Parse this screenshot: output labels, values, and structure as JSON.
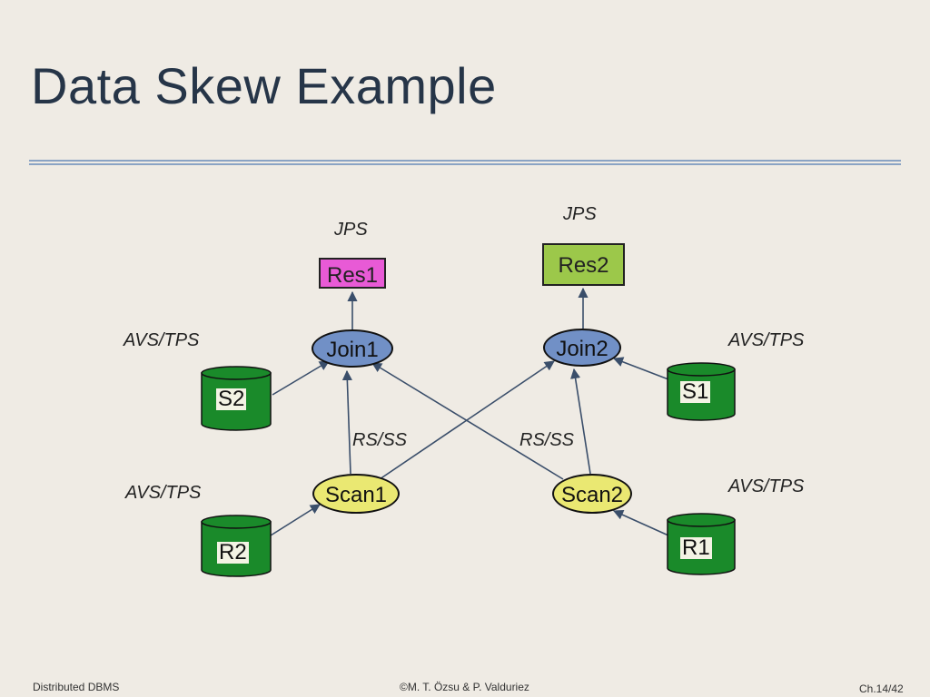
{
  "slide": {
    "title": "Data Skew Example",
    "footer_left": "Distributed DBMS",
    "footer_center": "©M. T. Özsu & P. Valduriez",
    "footer_right": "Ch.14/42"
  },
  "diagram": {
    "results": {
      "res1": "Res1",
      "res2": "Res2"
    },
    "joins": {
      "join1": "Join1",
      "join2": "Join2"
    },
    "scans": {
      "scan1": "Scan1",
      "scan2": "Scan2"
    },
    "relations": {
      "s1": "S1",
      "s2": "S2",
      "r1": "R1",
      "r2": "R2"
    },
    "annotations": {
      "jps_left": "JPS",
      "jps_right": "JPS",
      "avs_tps_s2": "AVS/TPS",
      "avs_tps_s1": "AVS/TPS",
      "avs_tps_r2": "AVS/TPS",
      "avs_tps_r1": "AVS/TPS",
      "rs_ss_left": "RS/SS",
      "rs_ss_right": "RS/SS"
    },
    "colors": {
      "res1": "#e85ad6",
      "res2": "#9cc84a",
      "join": "#7190c6",
      "scan": "#eae872",
      "disk": "#1a8a2a",
      "edge": "#3a4e6a"
    }
  }
}
